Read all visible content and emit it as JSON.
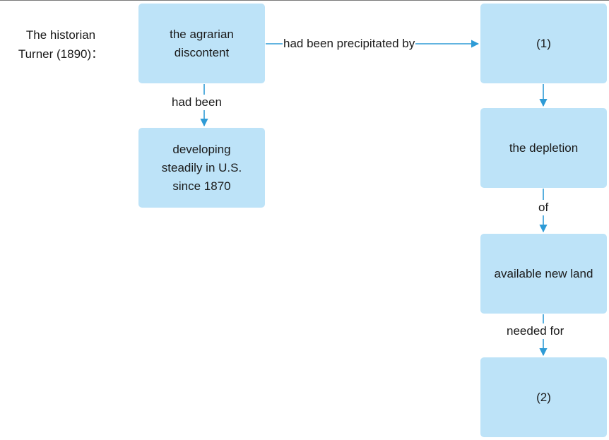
{
  "intro_label": "The historian\nTurner (1890)：",
  "nodes": {
    "agrarian": "the agrarian\ndiscontent",
    "developing": "developing\nsteadily in U.S.\nsince 1870",
    "blank1": "(1)",
    "depletion": "the depletion",
    "land": "available new land",
    "blank2": "(2)"
  },
  "edges": {
    "precipitated": "had been precipitated by",
    "had_been": "had been",
    "of": "of",
    "needed_for": "needed for"
  },
  "colors": {
    "box_fill": "#bde3f8",
    "arrow": "#2e9bd6"
  }
}
